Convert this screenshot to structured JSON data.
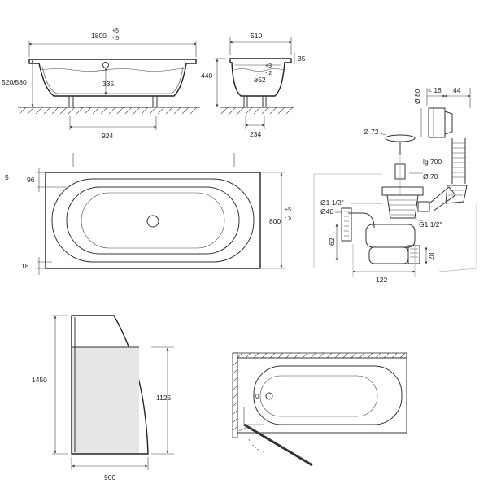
{
  "side_view": {
    "length": "1800",
    "length_tol_plus": "+5",
    "length_tol_minus": "- 5",
    "height": "520/580",
    "depth": "335",
    "feet_spacing": "924"
  },
  "end_view": {
    "width": "510",
    "rim": "35",
    "total_height": "440",
    "tol_plus": "+3",
    "tol_minus": "- 2",
    "drain_dia": "ø52",
    "foot_offset": "234"
  },
  "plan_view": {
    "rim_top": "96",
    "rim_bottom": "18",
    "width": "800",
    "width_tol_plus": "+5",
    "width_tol_minus": "- 5",
    "edge_mark": "5"
  },
  "waste_kit": {
    "overflow_dia": "Ø 80",
    "offset": "< 16",
    "depth": "44",
    "plug_dia": "Ø 72",
    "hose_length": "lg 700",
    "drain_dia": "Ø 70",
    "outlet_thread": "Ø1 1/2\"",
    "pipe_dia": "Ø40",
    "waste_height": "62",
    "waste_thread": "G1 1/2\"",
    "trap_width": "122",
    "trap_height": "28"
  },
  "screen": {
    "height": "1450",
    "glass_height": "1125",
    "width": "900",
    "hinge_label": "0"
  }
}
